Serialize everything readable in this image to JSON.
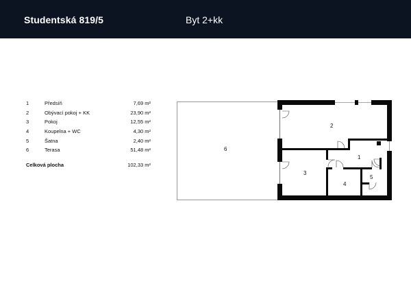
{
  "header": {
    "address": "Studentská 819/5",
    "flat_type": "Byt 2+kk"
  },
  "rooms": [
    {
      "num": "1",
      "name": "Předsíň",
      "area": "7,69 m²"
    },
    {
      "num": "2",
      "name": "Obývací pokoj + KK",
      "area": "23,90 m²"
    },
    {
      "num": "3",
      "name": "Pokoj",
      "area": "12,55 m²"
    },
    {
      "num": "4",
      "name": "Koupelna +  WC",
      "area": "4,30 m²"
    },
    {
      "num": "5",
      "name": "Šatna",
      "area": "2,40 m²"
    },
    {
      "num": "6",
      "name": "Terasa",
      "area": "51,48 m²"
    }
  ],
  "total": {
    "label": "Celková plocha",
    "value": "102,33 m²"
  },
  "plan_labels": [
    "1",
    "2",
    "3",
    "4",
    "5",
    "6"
  ]
}
